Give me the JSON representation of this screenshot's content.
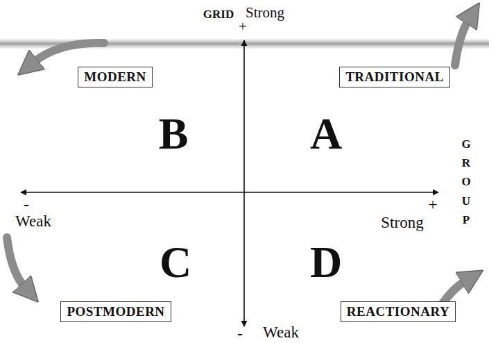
{
  "diagram": {
    "nodes": [
      {
        "text": [
          "MODERN"
        ]
      },
      {
        "text": [
          "TRADITIONAL"
        ]
      },
      {
        "text": [
          "POSTMODERN"
        ]
      },
      {
        "text": [
          "REACTIONARY"
        ]
      }
    ],
    "labels": [
      "GRID",
      "Strong",
      "+",
      "B",
      "A",
      "-",
      "Weak",
      "+",
      "Strong",
      "GROUP",
      "C",
      "D",
      "-",
      "Weak"
    ]
  }
}
